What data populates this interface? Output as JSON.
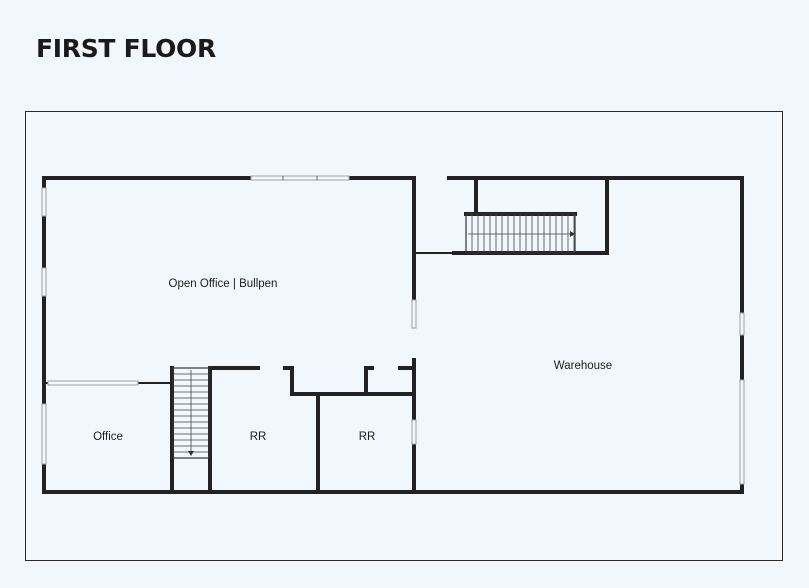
{
  "title": "FIRST FLOOR",
  "rooms": {
    "open_office": "Open Office | Bullpen",
    "warehouse": "Warehouse",
    "office": "Office",
    "restroom_1": "RR",
    "restroom_2": "RR"
  },
  "colors": {
    "background": "#f1f7fc",
    "walls": "#222222"
  }
}
